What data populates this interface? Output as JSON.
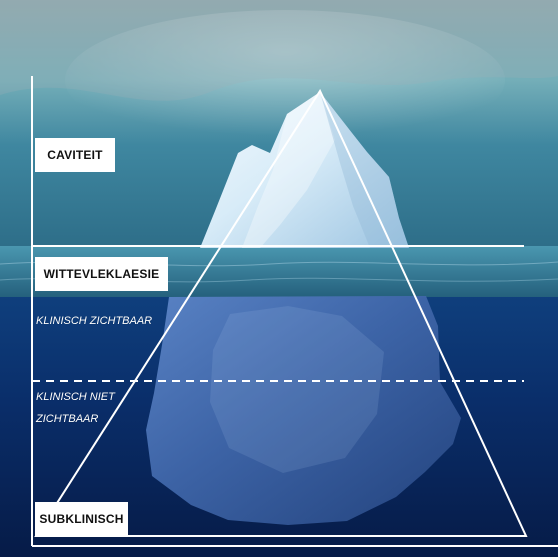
{
  "labels": {
    "caviteit": "CAVITEIT",
    "wittevleklaesie": "WITTEVLEKLAESIE",
    "subklinisch": "SUBKLINISCH"
  },
  "zones": {
    "clinical_visible": "KLINISCH ZICHTBAAR",
    "clinical_not_visible": "KLINISCH NIET ZICHTBAAR"
  },
  "colors": {
    "accent_bar": "#e6007e",
    "line_color": "#ffffff"
  }
}
